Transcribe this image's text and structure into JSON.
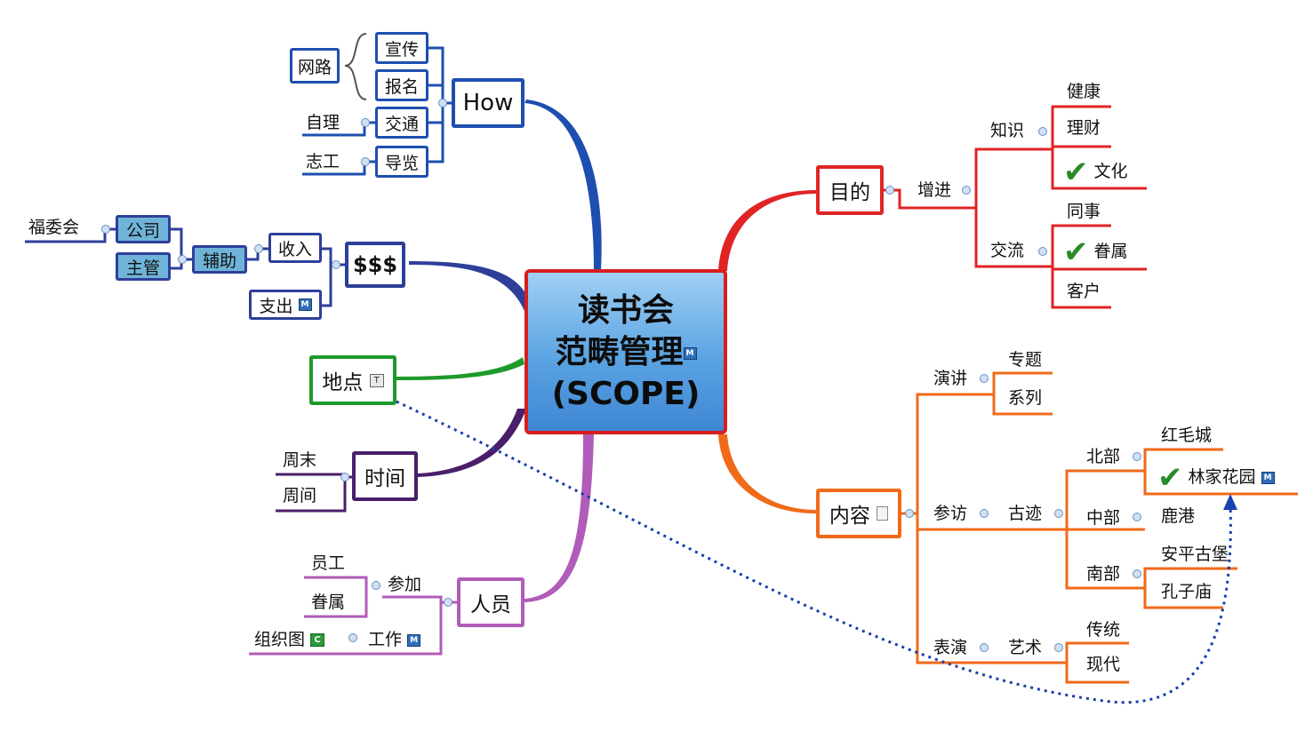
{
  "center": {
    "line1": "读书会",
    "line2": "范畴管理",
    "line3": "(SCOPE)",
    "marker": "M"
  },
  "how": {
    "title": "How",
    "items": [
      "宣传",
      "报名",
      "交通",
      "导览"
    ],
    "group_label": "网路",
    "transport_note": "自理",
    "guide_note": "志工"
  },
  "money": {
    "title": "$$$",
    "income": "收入",
    "expense": "支出",
    "expense_marker": "M",
    "assist": "辅助",
    "company": "公司",
    "manager": "主管",
    "welfare": "福委会"
  },
  "place": {
    "title": "地点",
    "marker": "T"
  },
  "time": {
    "title": "时间",
    "weekend": "周末",
    "weekday": "周间"
  },
  "people": {
    "title": "人员",
    "join": "参加",
    "staff": "员工",
    "family": "眷属",
    "work": "工作",
    "work_marker": "M",
    "org": "组织图",
    "org_marker": "C"
  },
  "purpose": {
    "title": "目的",
    "enhance": "增进",
    "knowledge": "知识",
    "health": "健康",
    "finance": "理财",
    "culture": "文化",
    "exchange": "交流",
    "colleague": "同事",
    "family": "眷属",
    "client": "客户"
  },
  "content": {
    "title": "内容",
    "lecture": "演讲",
    "topic": "专题",
    "series": "系列",
    "visit": "参访",
    "heritage": "古迹",
    "north": "北部",
    "red_fort": "红毛城",
    "lin_garden": "林家花园",
    "lin_marker": "M",
    "central": "中部",
    "lukang": "鹿港",
    "south": "南部",
    "anping": "安平古堡",
    "confucius": "孔子庙",
    "perform": "表演",
    "art": "艺术",
    "traditional": "传统",
    "modern": "现代"
  },
  "colors": {
    "how": "#1e4fb0",
    "money": "#2e3f9a",
    "place": "#1d9a2c",
    "time": "#4a1f6a",
    "people": "#b05cb8",
    "purpose": "#e02424",
    "content": "#f06a18",
    "relation": "#1a3fb0"
  },
  "icons": [
    "collapse-icon",
    "checkmark-icon",
    "marker-icon",
    "note-icon",
    "text-icon",
    "calendar-icon"
  ]
}
